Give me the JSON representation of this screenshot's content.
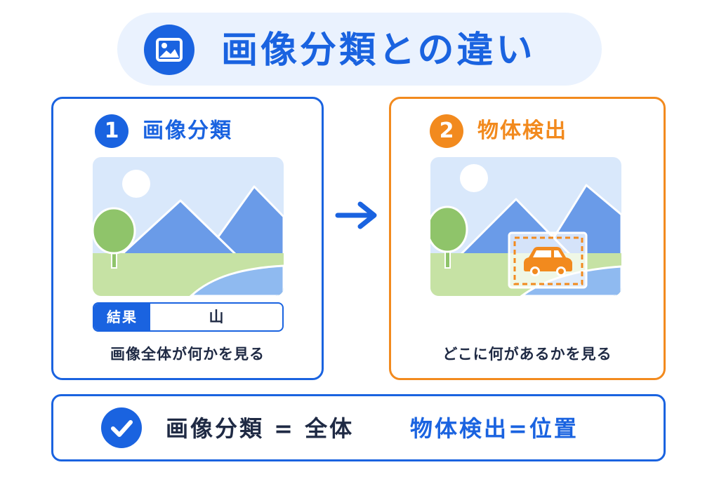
{
  "header": {
    "title": "画像分類との違い",
    "icon": "image-icon"
  },
  "panels": [
    {
      "number": "1",
      "title": "画像分類",
      "result_label": "結果",
      "result_value": "山",
      "caption": "画像全体が何かを見る",
      "accent": "#1a63e0"
    },
    {
      "number": "2",
      "title": "物体検出",
      "caption": "どこに何があるかを見る",
      "accent": "#f28a1e",
      "detected_icon": "car-icon"
    }
  ],
  "arrow_icon": "arrow-right-icon",
  "summary": {
    "icon": "check-icon",
    "left_text": "画像分類 = 全体",
    "right_text": "物体検出=位置"
  },
  "colors": {
    "primary": "#1a63e0",
    "orange": "#f28a1e",
    "dark_text": "#1f2a44",
    "header_bg": "#eaf2fe"
  }
}
